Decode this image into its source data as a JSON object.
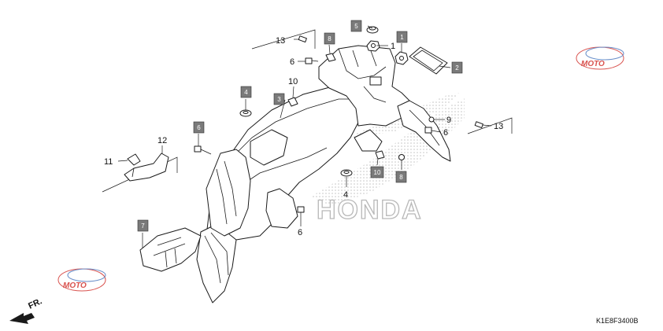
{
  "brand_text": "HONDA",
  "diagram_code": "K1E8F3400B",
  "front_marker": "FR.",
  "watermark_text": "MOTO",
  "colors": {
    "callout_box": "#7a7a7a",
    "line": "#1a1a1a",
    "halftone": "#c4c4c4",
    "watermark_red": "#d9534f",
    "watermark_blue": "#6a8fc9"
  },
  "boxed_callouts": [
    {
      "label": "1"
    },
    {
      "label": "2"
    },
    {
      "label": "3"
    },
    {
      "label": "4"
    },
    {
      "label": "5"
    },
    {
      "label": "6"
    },
    {
      "label": "7"
    },
    {
      "label": "8"
    },
    {
      "label": "8"
    },
    {
      "label": "10"
    }
  ],
  "plain_callouts": [
    {
      "label": "13"
    },
    {
      "label": "1"
    },
    {
      "label": "6"
    },
    {
      "label": "10"
    },
    {
      "label": "9"
    },
    {
      "label": "6"
    },
    {
      "label": "13"
    },
    {
      "label": "12"
    },
    {
      "label": "11"
    },
    {
      "label": "4"
    },
    {
      "label": "6"
    }
  ]
}
